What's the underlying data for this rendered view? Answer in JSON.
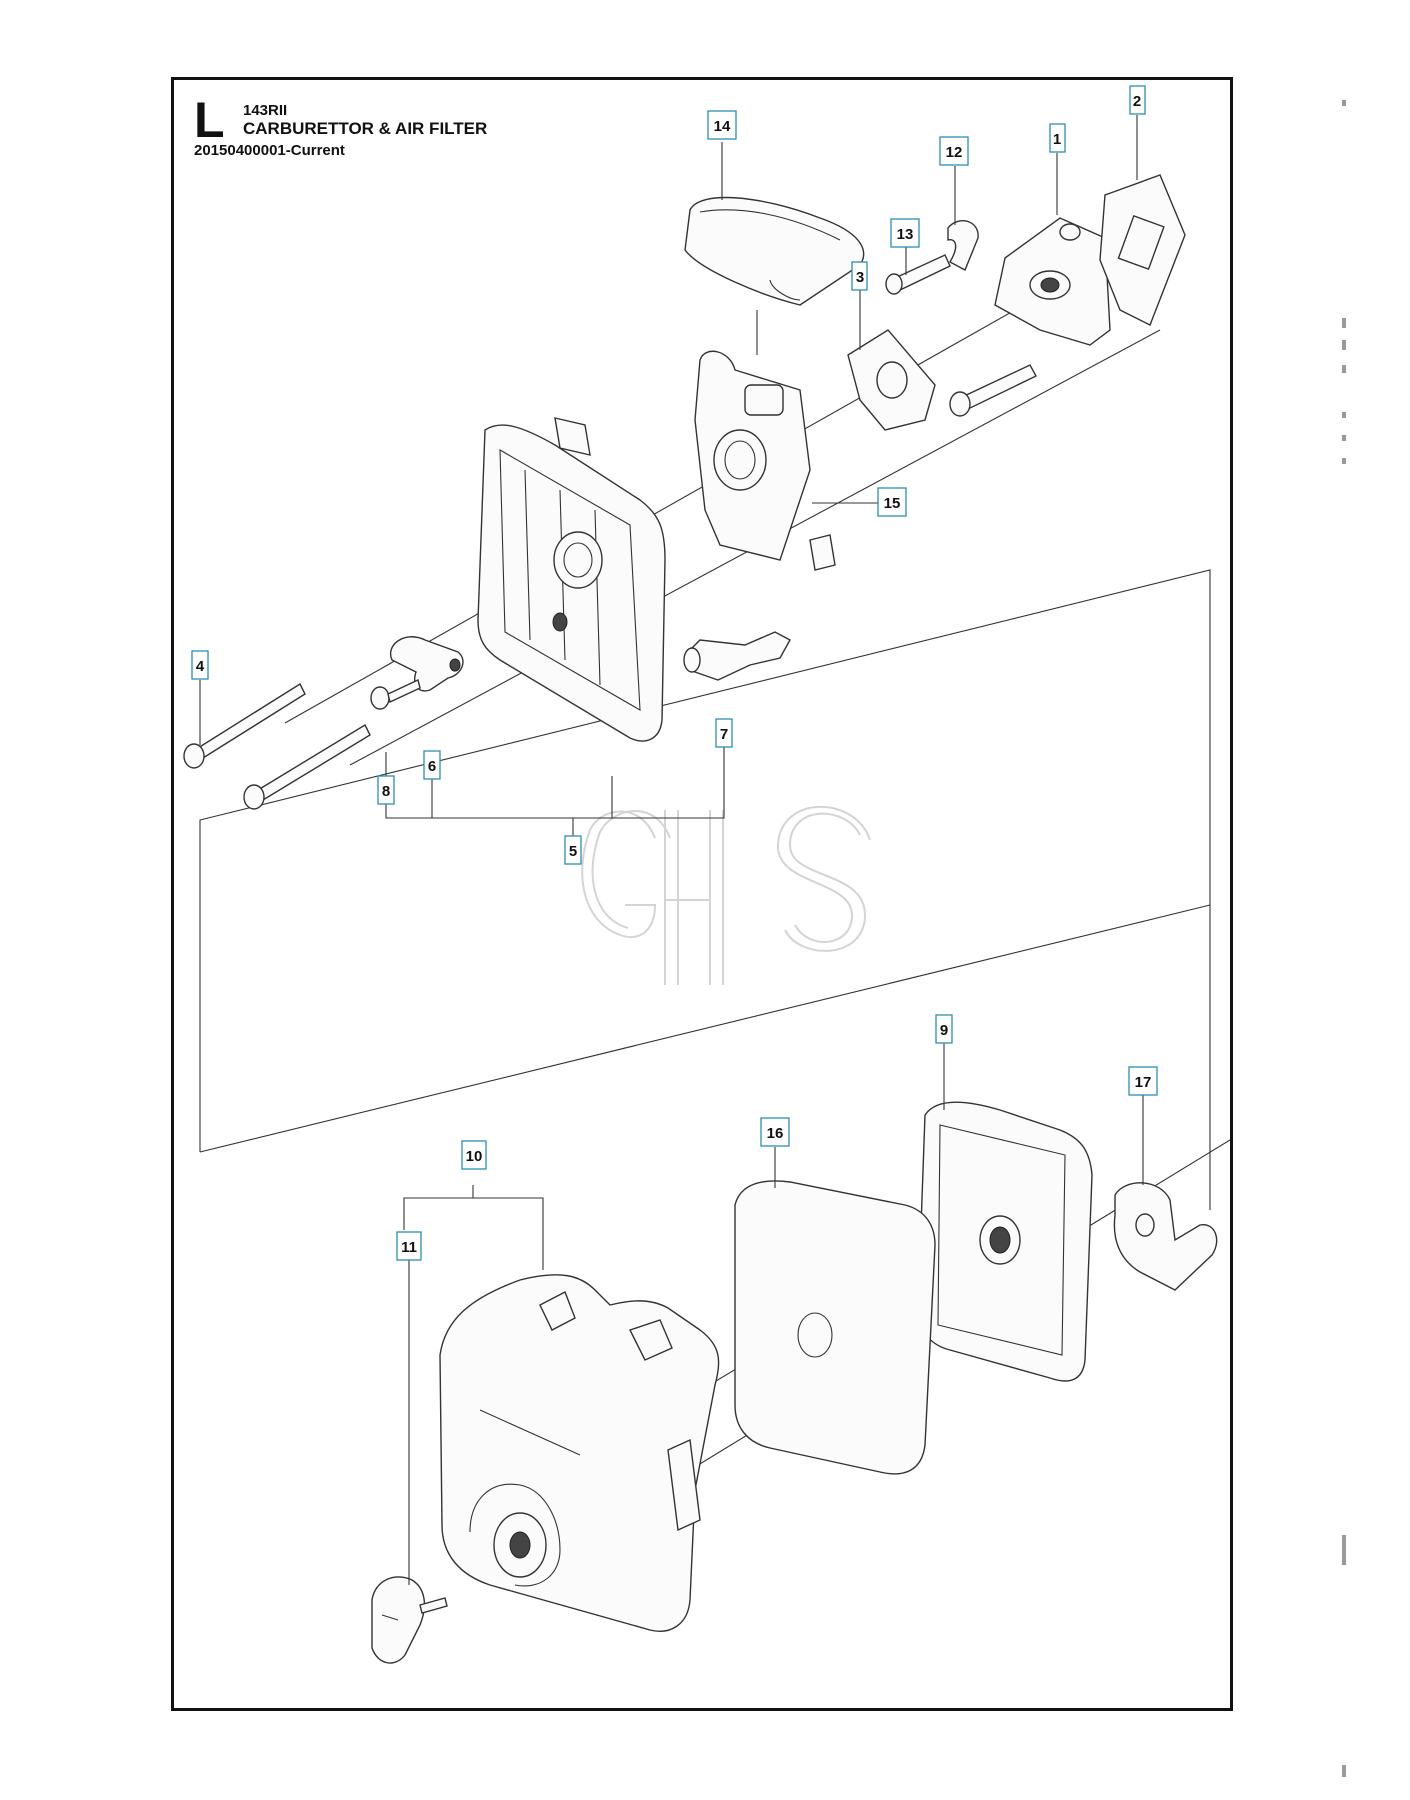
{
  "header": {
    "section_letter": "L",
    "model": "143RII",
    "title": "CARBURETTOR & AIR FILTER",
    "subtitle": "20150400001-Current"
  },
  "watermark": "GHS",
  "callouts": [
    "1",
    "2",
    "3",
    "4",
    "5",
    "6",
    "7",
    "8",
    "9",
    "10",
    "11",
    "12",
    "13",
    "14",
    "15",
    "16",
    "17"
  ]
}
